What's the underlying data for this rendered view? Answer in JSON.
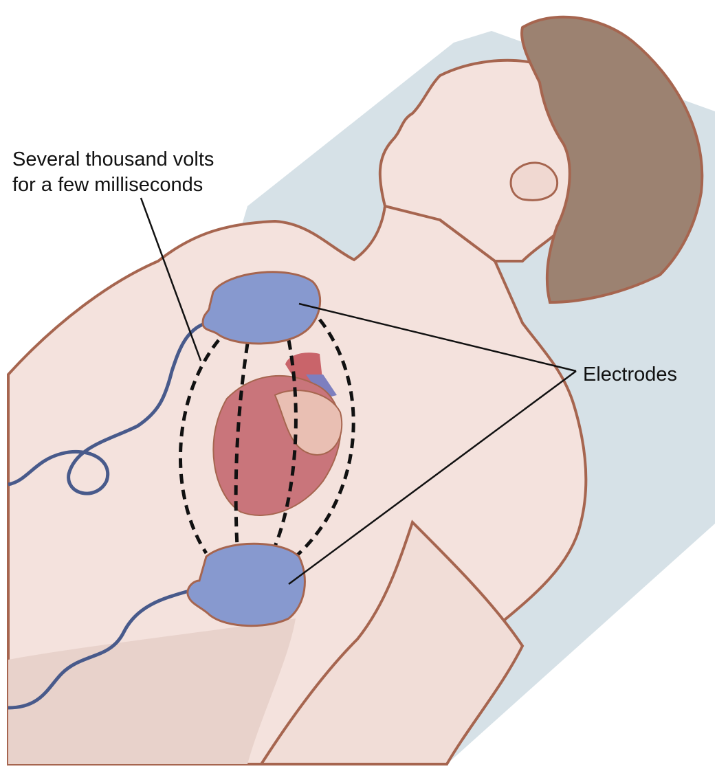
{
  "labels": {
    "voltage_line1": "Several thousand volts",
    "voltage_line2": "for a few milliseconds",
    "electrodes": "Electrodes"
  },
  "colors": {
    "table": "#d6e1e7",
    "skin": "#f4e2dd",
    "skin_shadow": "#e8d2cb",
    "outline": "#a6654f",
    "hair": "#9c8271",
    "electrode": "#8799cf",
    "cable": "#485a8b",
    "heart": "#c9757b",
    "heart_light": "#e9bfb3",
    "vessel_red": "#c9646a",
    "vessel_blue": "#7d7fbf"
  }
}
